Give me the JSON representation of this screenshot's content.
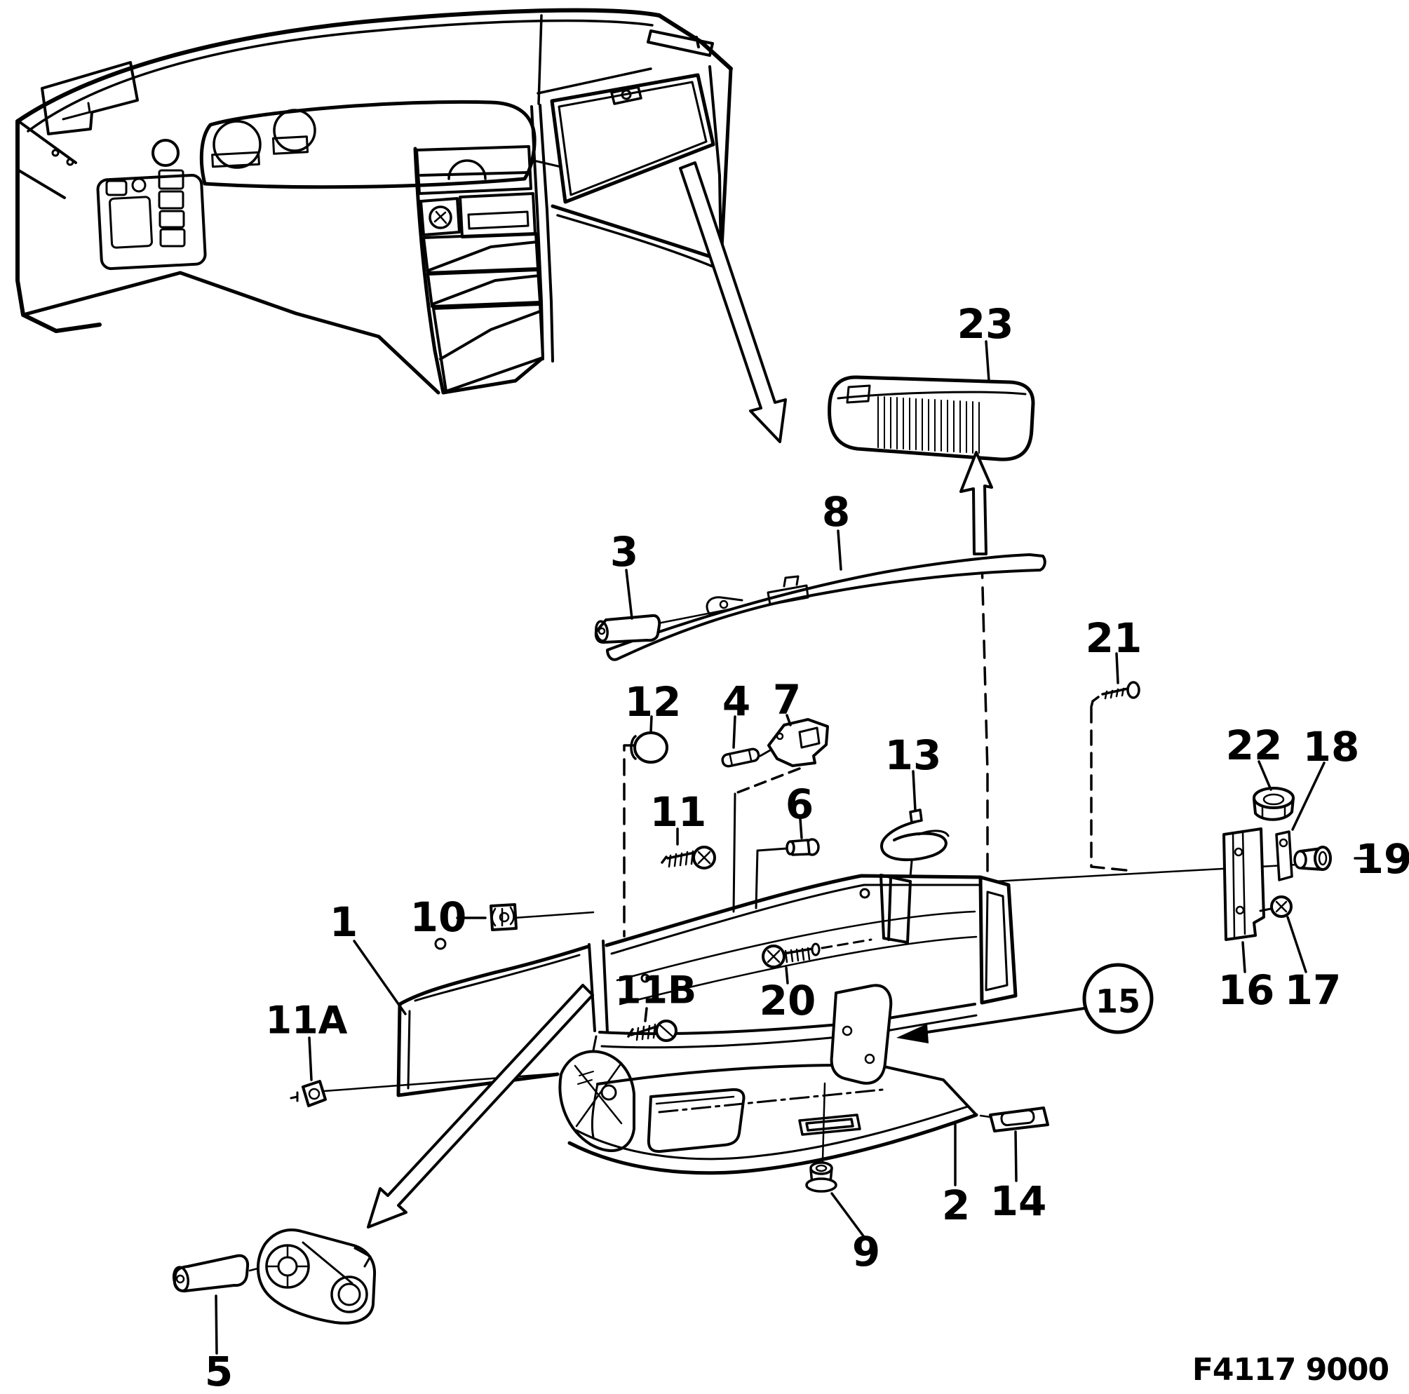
{
  "document": {
    "type": "exploded-parts-diagram",
    "subject": "dashboard glovebox compartment assembly",
    "figure_code": "F4117 9000"
  },
  "colors": {
    "ink": "#000000",
    "paper": "#ffffff"
  },
  "icons": [
    {
      "name": "down-arrow"
    },
    {
      "name": "up-arrow"
    },
    {
      "name": "down-left-arrow"
    },
    {
      "name": "left-arrowhead"
    }
  ],
  "callouts": [
    {
      "id": "1",
      "label": "1"
    },
    {
      "id": "2",
      "label": "2"
    },
    {
      "id": "3",
      "label": "3"
    },
    {
      "id": "4",
      "label": "4"
    },
    {
      "id": "5",
      "label": "5"
    },
    {
      "id": "6",
      "label": "6"
    },
    {
      "id": "7",
      "label": "7"
    },
    {
      "id": "8",
      "label": "8"
    },
    {
      "id": "9",
      "label": "9"
    },
    {
      "id": "10",
      "label": "10"
    },
    {
      "id": "11",
      "label": "11"
    },
    {
      "id": "11A",
      "label": "11A"
    },
    {
      "id": "11B",
      "label": "11B"
    },
    {
      "id": "12",
      "label": "12"
    },
    {
      "id": "13",
      "label": "13"
    },
    {
      "id": "14",
      "label": "14"
    },
    {
      "id": "15",
      "label": "15"
    },
    {
      "id": "16",
      "label": "16"
    },
    {
      "id": "17",
      "label": "17"
    },
    {
      "id": "18",
      "label": "18"
    },
    {
      "id": "19",
      "label": "19"
    },
    {
      "id": "20",
      "label": "20"
    },
    {
      "id": "21",
      "label": "21"
    },
    {
      "id": "22",
      "label": "22"
    },
    {
      "id": "23",
      "label": "23"
    }
  ]
}
